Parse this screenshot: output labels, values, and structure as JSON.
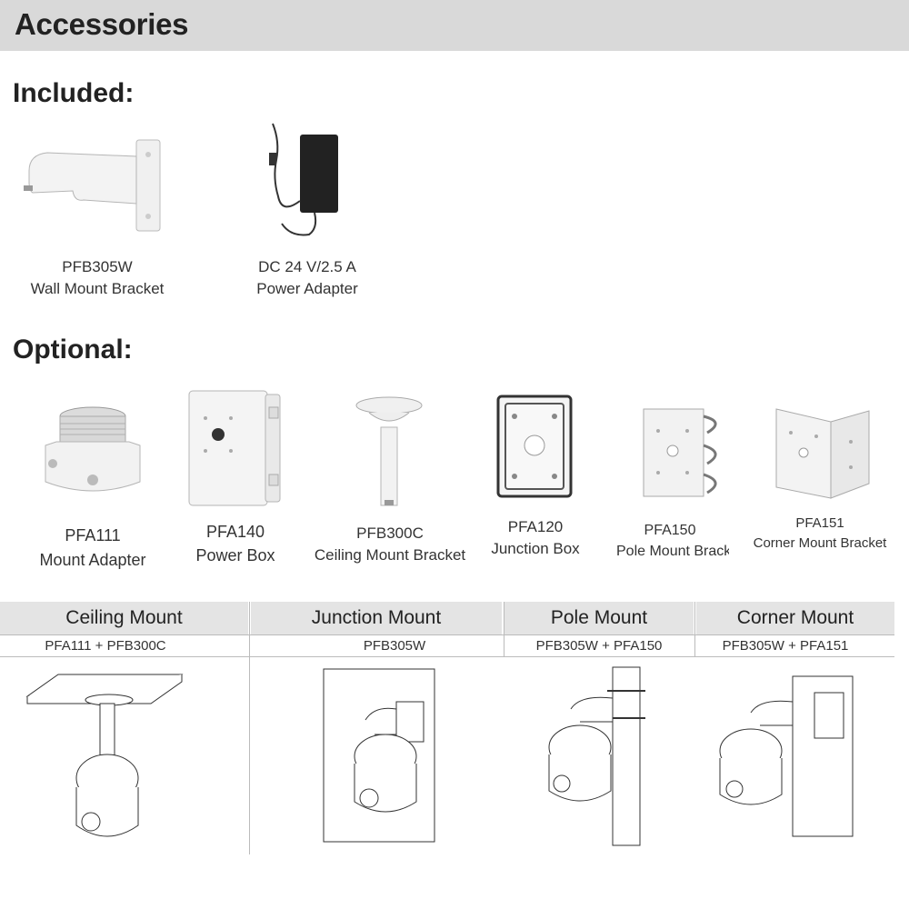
{
  "header": {
    "title": "Accessories"
  },
  "included": {
    "heading": "Included:",
    "items": [
      {
        "model": "PFB305W",
        "desc": "Wall Mount Bracket"
      },
      {
        "model": "DC 24 V/2.5 A",
        "desc": "Power Adapter"
      }
    ]
  },
  "optional": {
    "heading": "Optional:",
    "items": [
      {
        "model": "PFA111",
        "desc": "Mount Adapter"
      },
      {
        "model": "PFA140",
        "desc": "Power Box"
      },
      {
        "model": "PFB300C",
        "desc": "Ceiling Mount Bracket"
      },
      {
        "model": "PFA120",
        "desc": "Junction Box"
      },
      {
        "model": "PFA150",
        "desc": "Pole Mount Bracket"
      },
      {
        "model": "PFA151",
        "desc": "Corner Mount Bracket"
      }
    ]
  },
  "mounts": [
    {
      "title": "Ceiling Mount",
      "parts": "PFA111 + PFB300C"
    },
    {
      "title": "Junction Mount",
      "parts": "PFB305W"
    },
    {
      "title": "Pole Mount",
      "parts": "PFB305W + PFA150"
    },
    {
      "title": "Corner Mount",
      "parts": "PFB305W + PFA151"
    }
  ]
}
